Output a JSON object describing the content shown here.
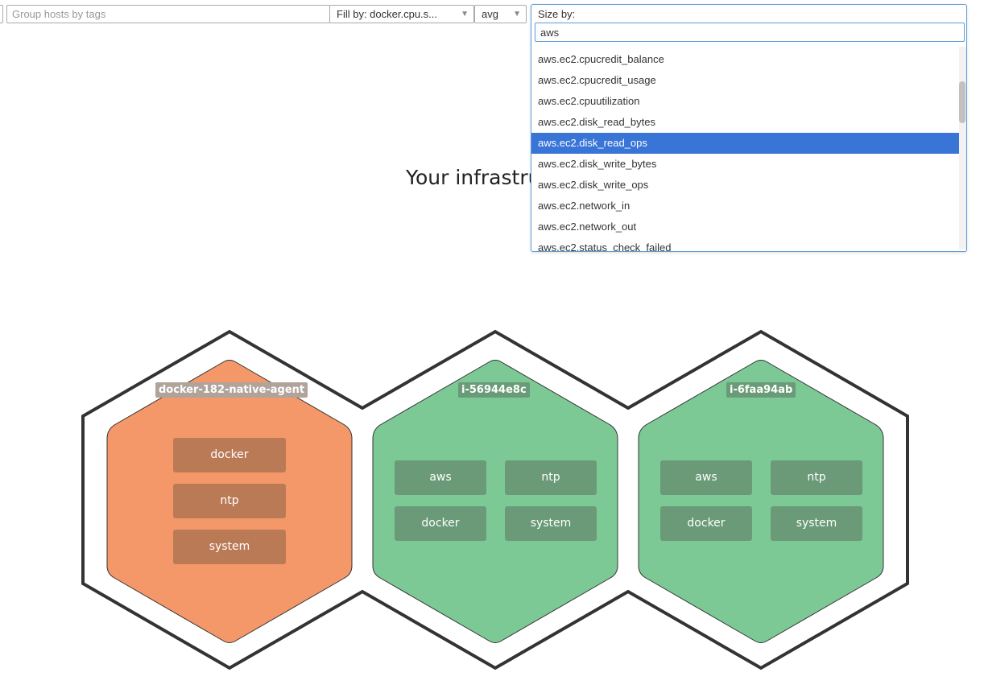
{
  "toolbar": {
    "group_placeholder": "Group hosts by tags",
    "fill_by_label": "Fill by: docker.cpu.s...",
    "aggregation": "avg",
    "size_by_label": "Size by:",
    "size_search_value": "aws"
  },
  "size_options": [
    "aws.ec2.cpucredit_balance",
    "aws.ec2.cpucredit_usage",
    "aws.ec2.cpuutilization",
    "aws.ec2.disk_read_bytes",
    "aws.ec2.disk_read_ops",
    "aws.ec2.disk_write_bytes",
    "aws.ec2.disk_write_ops",
    "aws.ec2.network_in",
    "aws.ec2.network_out",
    "aws.ec2.status_check_failed"
  ],
  "selected_option": "aws.ec2.disk_read_ops",
  "hero_text": "Your infrastru",
  "hosts": [
    {
      "name": "docker-182-native-agent",
      "tags": [
        "docker",
        "ntp",
        "system"
      ],
      "color": "#f4986a"
    },
    {
      "name": "i-56944e8c",
      "tags": [
        "aws",
        "ntp",
        "docker",
        "system"
      ],
      "color": "#7dc995"
    },
    {
      "name": "i-6faa94ab",
      "tags": [
        "aws",
        "ntp",
        "docker",
        "system"
      ],
      "color": "#7dc995"
    }
  ],
  "colors": {
    "accent": "#3875d7",
    "outline": "#333333"
  }
}
